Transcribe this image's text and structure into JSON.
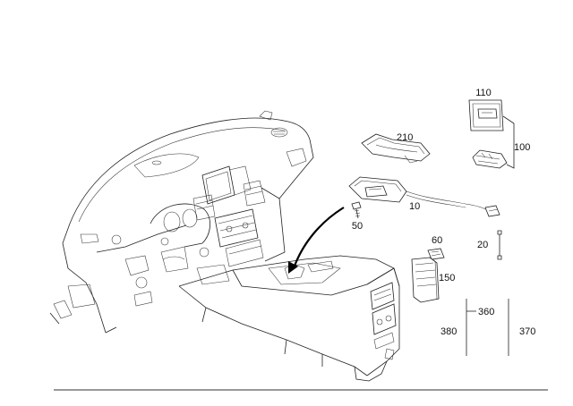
{
  "diagram": {
    "part_labels": {
      "p110": "110",
      "p100": "100",
      "p210": "210",
      "p10": "10",
      "p50": "50",
      "p60": "60",
      "p20": "20",
      "p150": "150",
      "p360": "360",
      "p380": "380",
      "p370": "370"
    }
  }
}
